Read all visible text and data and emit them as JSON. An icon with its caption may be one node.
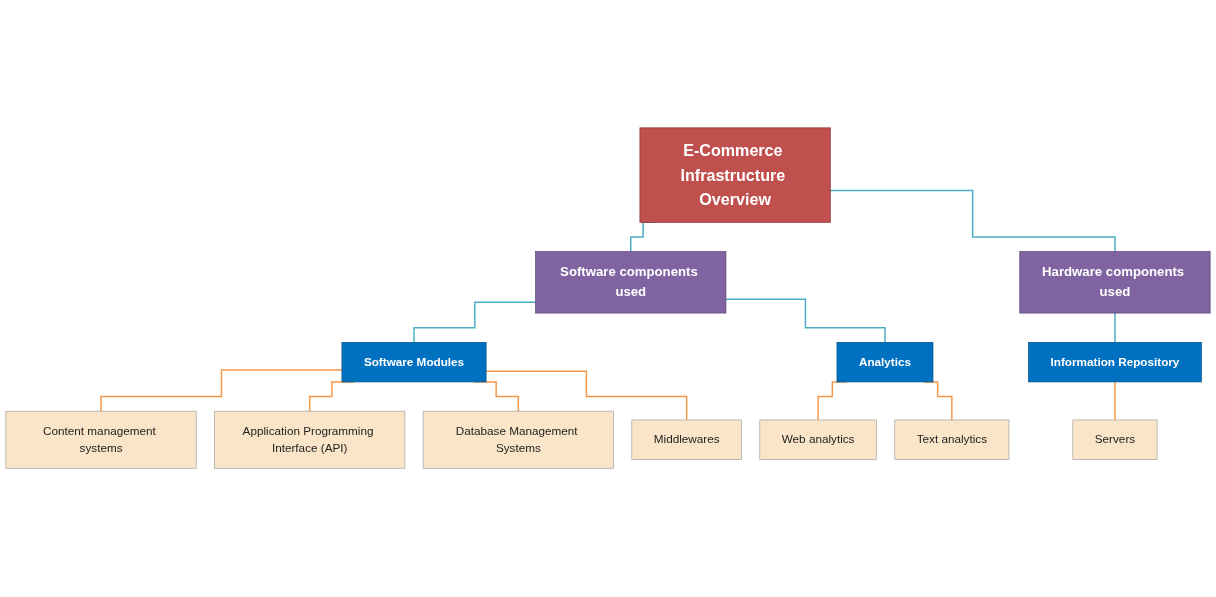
{
  "diagram": {
    "nodes": [
      {
        "text": [
          "E-Commerce Infrastructure Overview"
        ]
      },
      {
        "text": [
          "Software components used"
        ]
      },
      {
        "text": [
          "Hardware components used"
        ]
      },
      {
        "text": [
          "Software Modules"
        ]
      },
      {
        "text": [
          "Analytics"
        ]
      },
      {
        "text": [
          "Information Repository"
        ]
      },
      {
        "text": [
          "Content management systems"
        ]
      },
      {
        "text": [
          "Application Programming Interface (API)"
        ]
      },
      {
        "text": [
          "Database Management Systems"
        ]
      },
      {
        "text": [
          "Middlewares"
        ]
      },
      {
        "text": [
          "Web analytics"
        ]
      },
      {
        "text": [
          "Text analytics"
        ]
      },
      {
        "text": [
          "Servers"
        ]
      }
    ],
    "edges": [
      {
        "from": 0,
        "to": 1,
        "arrow": "none",
        "color": "#4bacc6"
      },
      {
        "from": 0,
        "to": 2,
        "arrow": "none",
        "color": "#4bacc6"
      },
      {
        "from": 1,
        "to": 3,
        "arrow": "none",
        "color": "#4bacc6"
      },
      {
        "from": 1,
        "to": 4,
        "arrow": "none",
        "color": "#4bacc6"
      },
      {
        "from": 2,
        "to": 5,
        "arrow": "none",
        "color": "#4bacc6"
      },
      {
        "from": 3,
        "to": 6,
        "arrow": "none"
      },
      {
        "from": 3,
        "to": 7,
        "arrow": "none"
      },
      {
        "from": 3,
        "to": 8,
        "arrow": "none"
      },
      {
        "from": 3,
        "to": 9,
        "arrow": "none"
      },
      {
        "from": 4,
        "to": 10,
        "arrow": "none"
      },
      {
        "from": 4,
        "to": 11,
        "arrow": "none"
      },
      {
        "from": 5,
        "to": 12,
        "arrow": "none"
      }
    ]
  }
}
